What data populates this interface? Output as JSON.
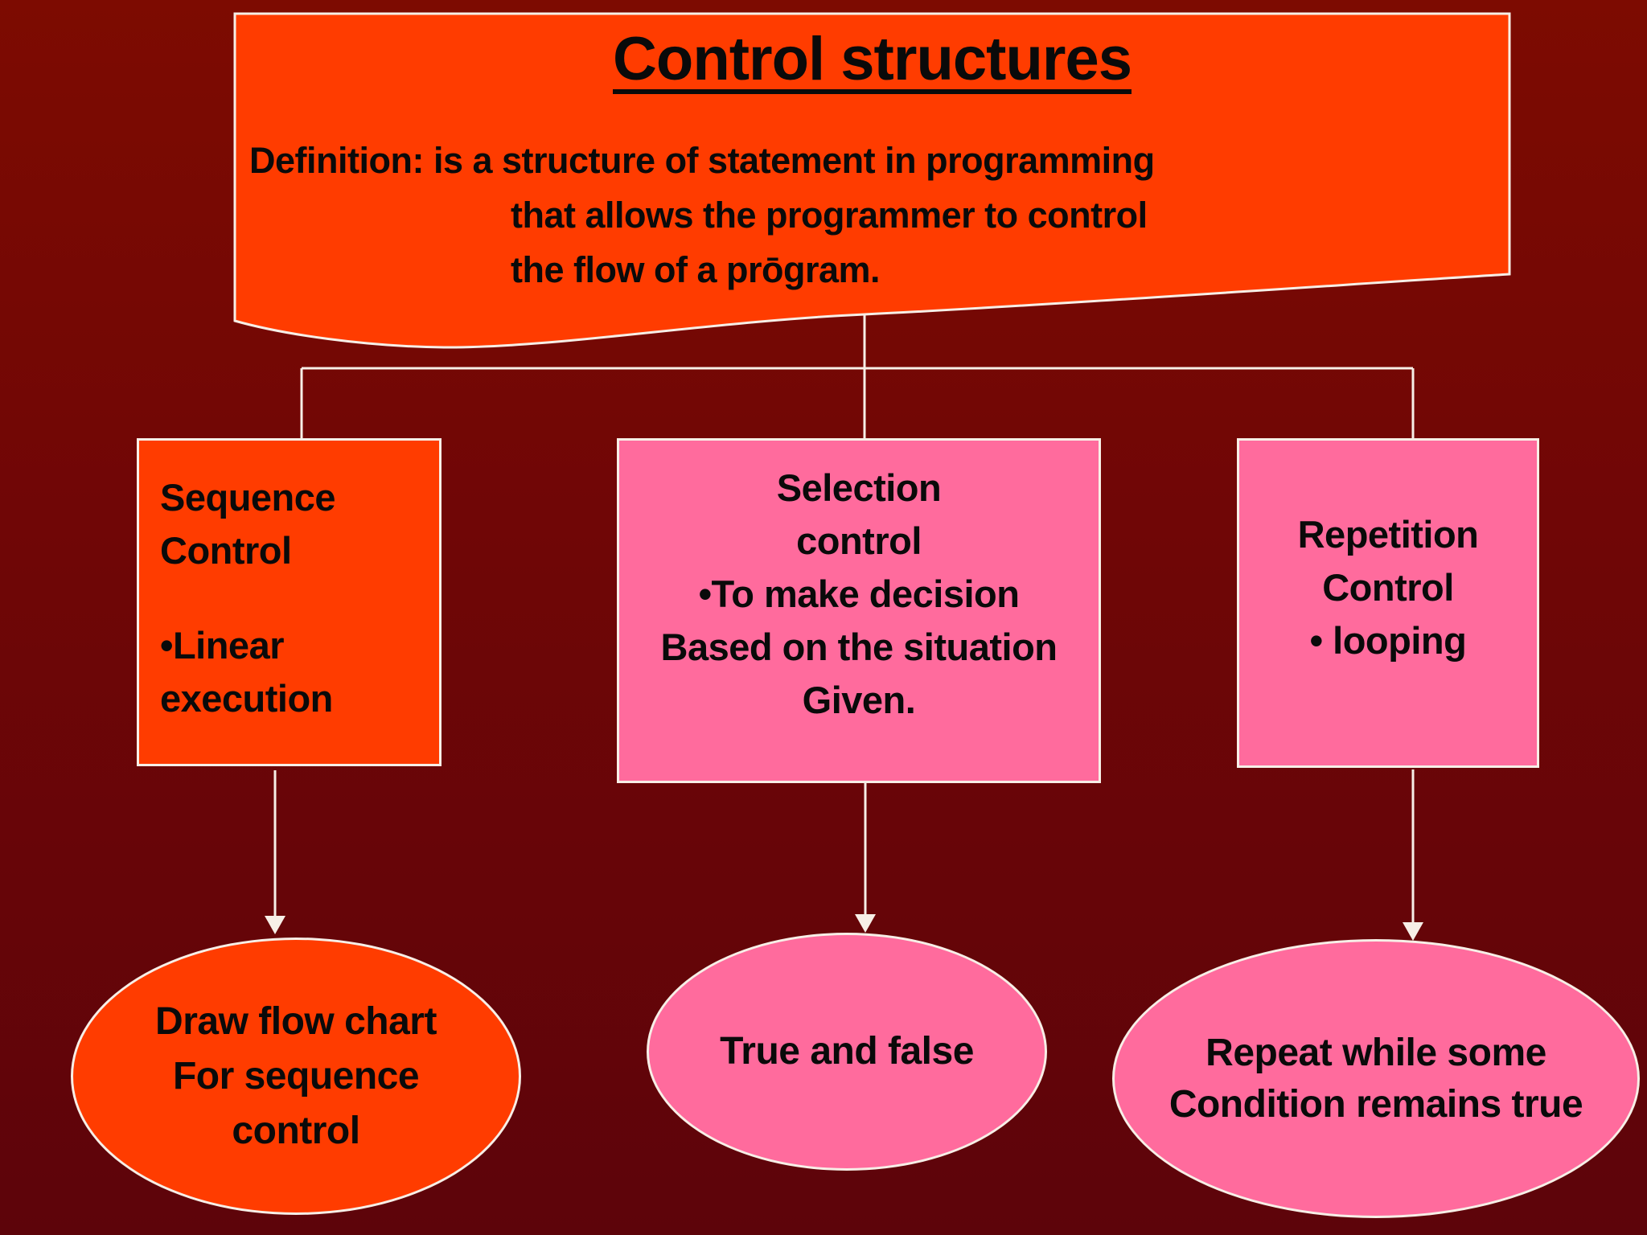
{
  "slide": {
    "root": {
      "title": "Control structures",
      "definition": "Definition: is a structure of statement in programming\nthat allows the programmer to control\nthe flow of a prōgram."
    },
    "branches": [
      {
        "id": "sequence",
        "heading": "Sequence\nControl",
        "bullet": "•Linear\nexecution",
        "result": "Draw flow chart\nFor sequence\ncontrol",
        "color": "#ff3c00"
      },
      {
        "id": "selection",
        "heading": "Selection\ncontrol",
        "bullet": "•To make decision\nBased on the situation\nGiven.",
        "result": "True and false",
        "color": "#ff6b9d"
      },
      {
        "id": "repetition",
        "heading": "Repetition\nControl",
        "bullet": "• looping",
        "result": "Repeat while some\nCondition remains true",
        "color": "#ff6b9d"
      }
    ]
  },
  "colors": {
    "background_top": "#7d0b01",
    "background_bottom": "#5d040a",
    "orange_node": "#ff3c00",
    "pink_node": "#ff6b9d",
    "connector_line": "#f7efe7",
    "text": "#0a0a0a"
  }
}
